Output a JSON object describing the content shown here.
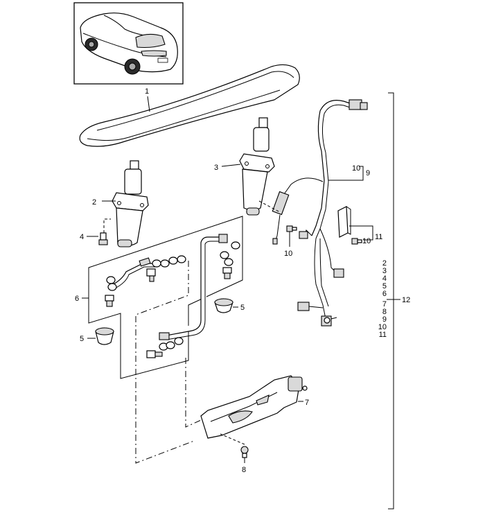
{
  "callouts": {
    "c1": "1",
    "c2": "2",
    "c3": "3",
    "c4": "4",
    "c5a": "5",
    "c5b": "5",
    "c6": "6",
    "c7": "7",
    "c8": "8",
    "c9": "9",
    "c10a": "10",
    "c10b": "10",
    "c10c": "10",
    "c11": "11",
    "c12": "12"
  },
  "assembly_12_list": [
    "2",
    "3",
    "4",
    "5",
    "6",
    "7",
    "8",
    "9",
    "10",
    "11"
  ]
}
